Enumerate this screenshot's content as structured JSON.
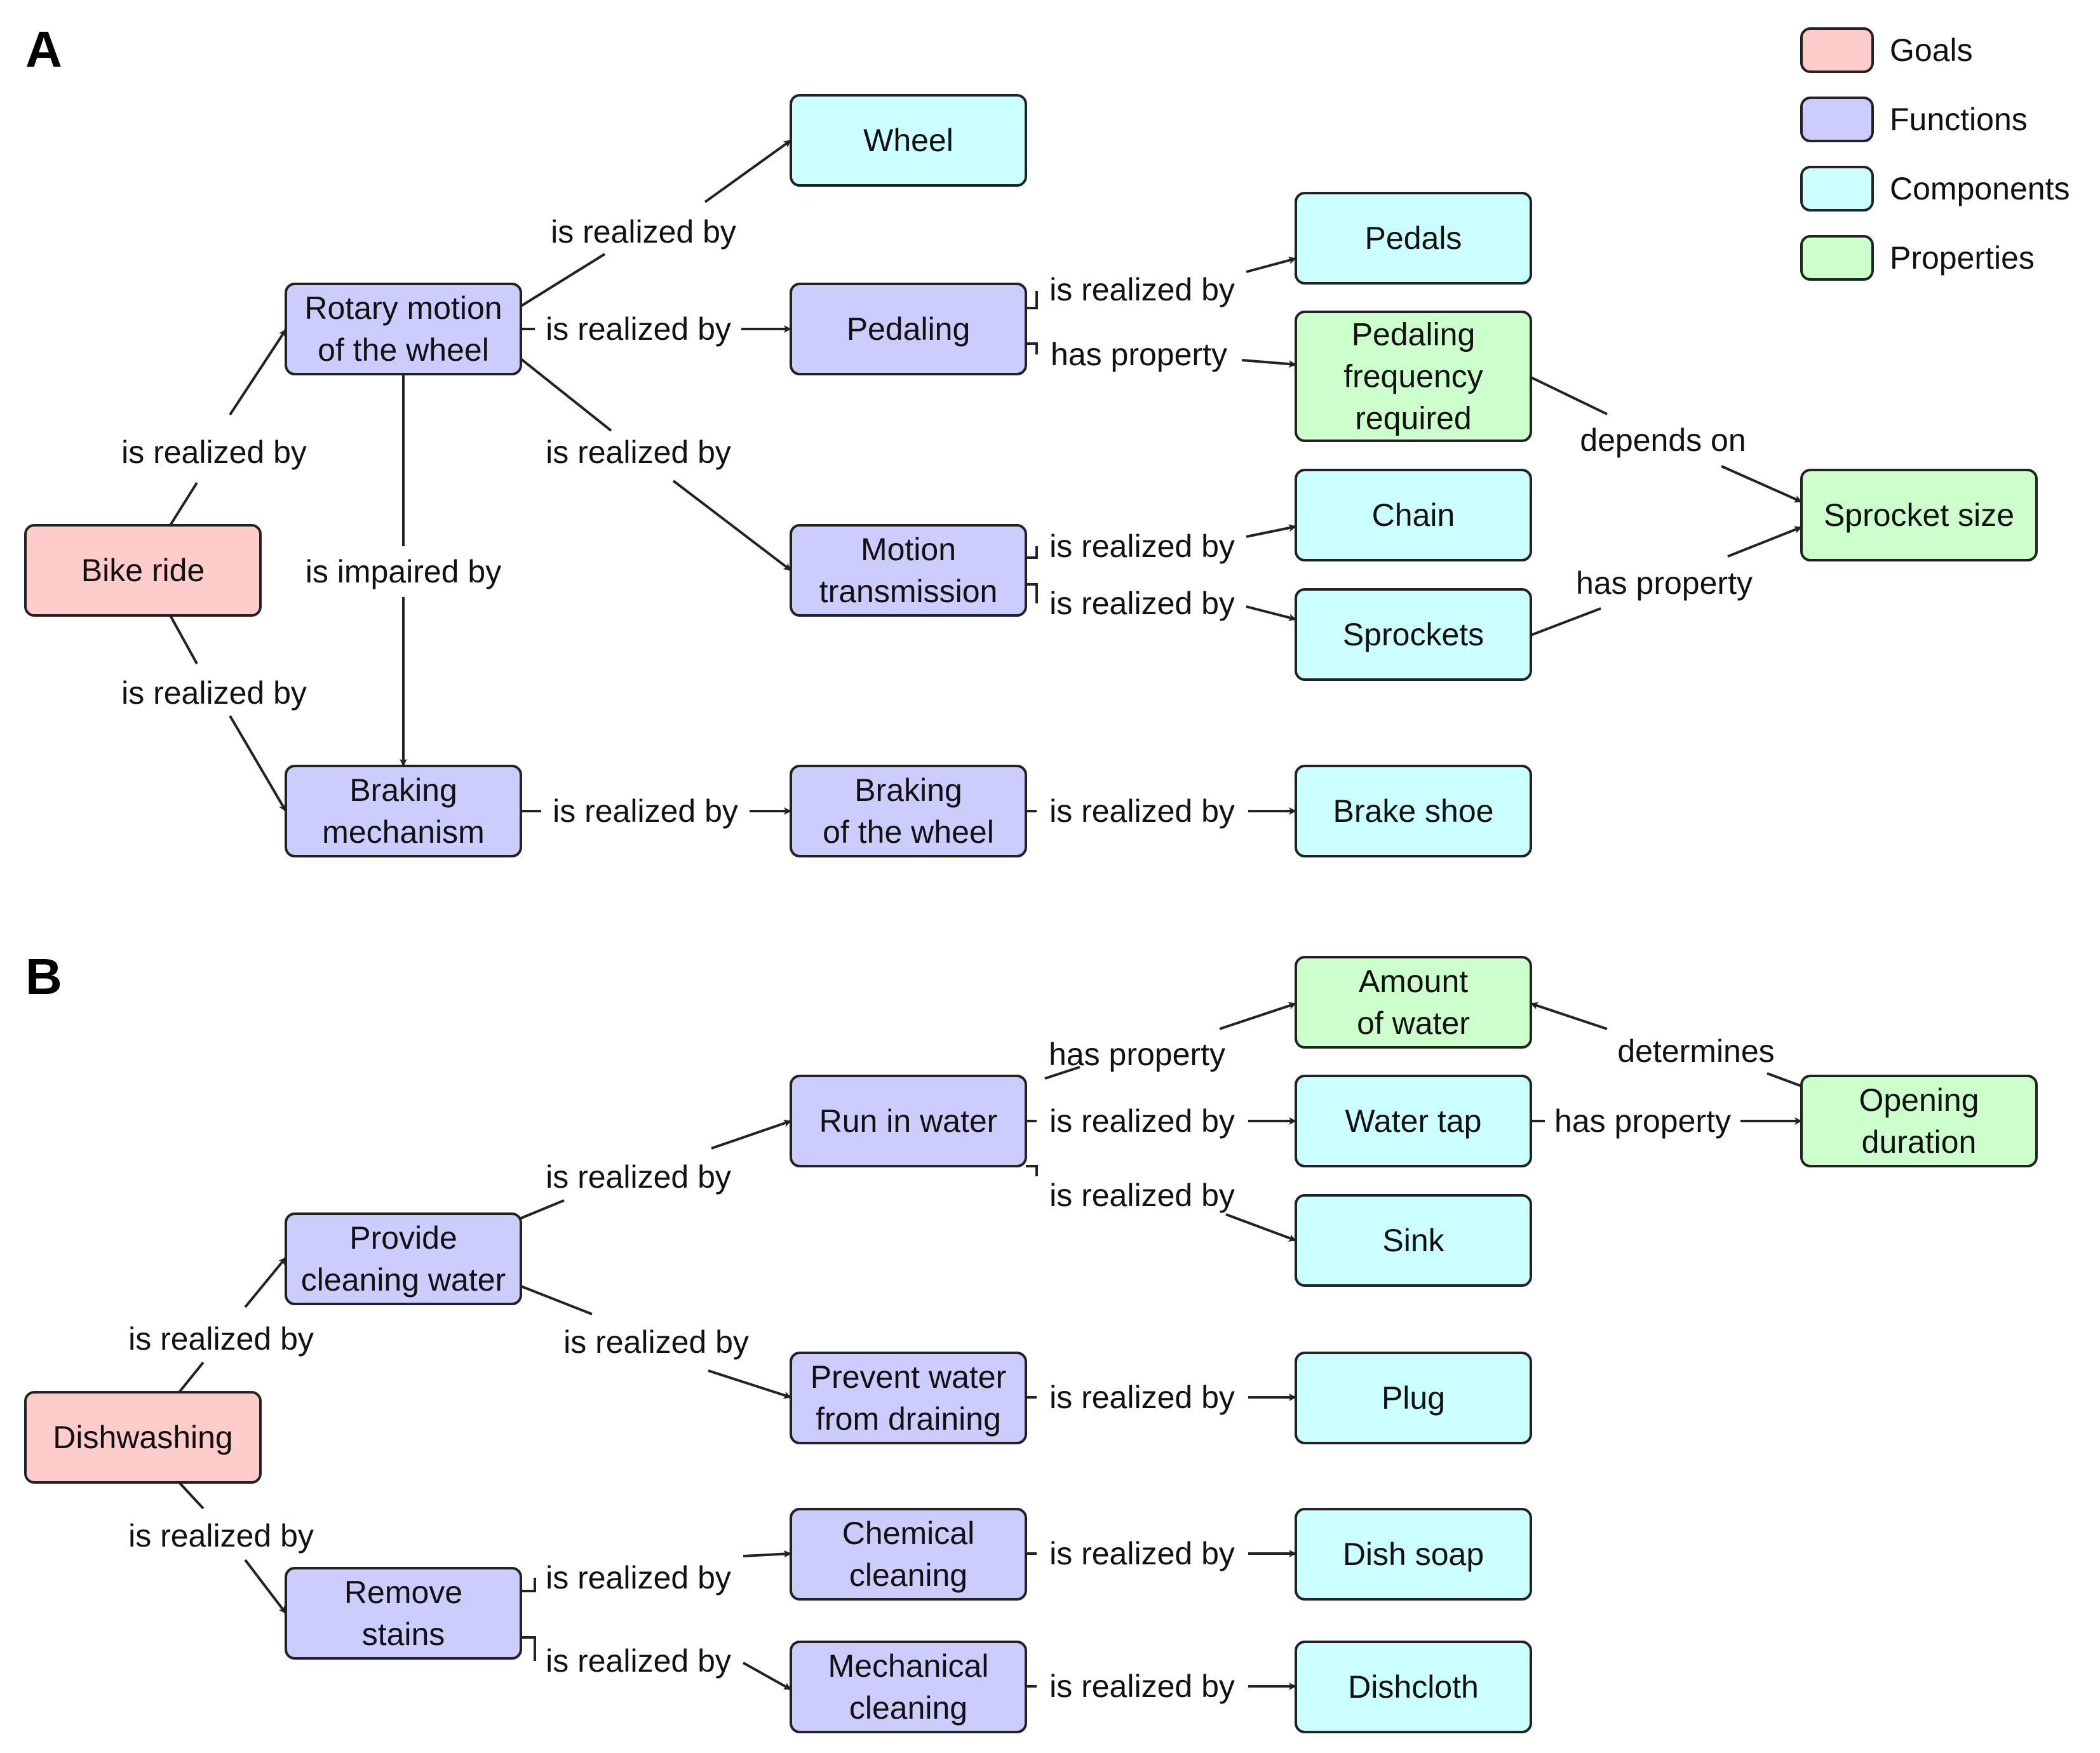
{
  "colors": {
    "goal": "#ffcccc",
    "function": "#ccccff",
    "component": "#ccffff",
    "property": "#ccffcc",
    "stroke": "#222222"
  },
  "legend": [
    {
      "type": "goal",
      "label": "Goals"
    },
    {
      "type": "function",
      "label": "Functions"
    },
    {
      "type": "component",
      "label": "Components"
    },
    {
      "type": "property",
      "label": "Properties"
    }
  ],
  "panels": [
    {
      "label": "A",
      "nodes": [
        {
          "id": "bike_ride",
          "type": "goal",
          "lines": [
            "Bike ride"
          ]
        },
        {
          "id": "rotary_motion",
          "type": "function",
          "lines": [
            "Rotary motion",
            "of the wheel"
          ]
        },
        {
          "id": "braking_mechanism",
          "type": "function",
          "lines": [
            "Braking",
            "mechanism"
          ]
        },
        {
          "id": "wheel",
          "type": "component",
          "lines": [
            "Wheel"
          ]
        },
        {
          "id": "pedaling",
          "type": "function",
          "lines": [
            "Pedaling"
          ]
        },
        {
          "id": "motion_transmission",
          "type": "function",
          "lines": [
            "Motion",
            "transmission"
          ]
        },
        {
          "id": "braking_wheel",
          "type": "function",
          "lines": [
            "Braking",
            "of the wheel"
          ]
        },
        {
          "id": "pedals",
          "type": "component",
          "lines": [
            "Pedals"
          ]
        },
        {
          "id": "pedaling_frequency",
          "type": "property",
          "lines": [
            "Pedaling",
            "frequency",
            "required"
          ]
        },
        {
          "id": "chain",
          "type": "component",
          "lines": [
            "Chain"
          ]
        },
        {
          "id": "sprockets",
          "type": "component",
          "lines": [
            "Sprockets"
          ]
        },
        {
          "id": "brake_shoe",
          "type": "component",
          "lines": [
            "Brake shoe"
          ]
        },
        {
          "id": "sprocket_size",
          "type": "property",
          "lines": [
            "Sprocket size"
          ]
        }
      ],
      "edges": [
        {
          "label": "is realized by",
          "from": "bike_ride",
          "to": "rotary_motion"
        },
        {
          "label": "is realized by",
          "from": "bike_ride",
          "to": "braking_mechanism"
        },
        {
          "label": "is realized by",
          "from": "rotary_motion",
          "to": "wheel"
        },
        {
          "label": "is realized by",
          "from": "rotary_motion",
          "to": "pedaling"
        },
        {
          "label": "is realized by",
          "from": "rotary_motion",
          "to": "motion_transmission"
        },
        {
          "label": "is impaired by",
          "from": "rotary_motion",
          "to": "braking_mechanism"
        },
        {
          "label": "is realized by",
          "from": "braking_mechanism",
          "to": "braking_wheel"
        },
        {
          "label": "is realized by",
          "from": "pedaling",
          "to": "pedals"
        },
        {
          "label": "has property",
          "from": "pedaling",
          "to": "pedaling_frequency"
        },
        {
          "label": "is realized by",
          "from": "motion_transmission",
          "to": "chain"
        },
        {
          "label": "is realized by",
          "from": "motion_transmission",
          "to": "sprockets"
        },
        {
          "label": "is realized by",
          "from": "braking_wheel",
          "to": "brake_shoe"
        },
        {
          "label": "depends on",
          "from": "pedaling_frequency",
          "to": "sprocket_size"
        },
        {
          "label": "has property",
          "from": "sprockets",
          "to": "sprocket_size"
        }
      ]
    },
    {
      "label": "B",
      "nodes": [
        {
          "id": "dishwashing",
          "type": "goal",
          "lines": [
            "Dishwashing"
          ]
        },
        {
          "id": "provide_water",
          "type": "function",
          "lines": [
            "Provide",
            "cleaning water"
          ]
        },
        {
          "id": "remove_stains",
          "type": "function",
          "lines": [
            "Remove",
            "stains"
          ]
        },
        {
          "id": "run_in_water",
          "type": "function",
          "lines": [
            "Run in water"
          ]
        },
        {
          "id": "prevent_draining",
          "type": "function",
          "lines": [
            "Prevent water",
            "from draining"
          ]
        },
        {
          "id": "chemical_cleaning",
          "type": "function",
          "lines": [
            "Chemical",
            "cleaning"
          ]
        },
        {
          "id": "mechanical_cleaning",
          "type": "function",
          "lines": [
            "Mechanical",
            "cleaning"
          ]
        },
        {
          "id": "amount_of_water",
          "type": "property",
          "lines": [
            "Amount",
            "of water"
          ]
        },
        {
          "id": "water_tap",
          "type": "component",
          "lines": [
            "Water tap"
          ]
        },
        {
          "id": "sink",
          "type": "component",
          "lines": [
            "Sink"
          ]
        },
        {
          "id": "plug",
          "type": "component",
          "lines": [
            "Plug"
          ]
        },
        {
          "id": "dish_soap",
          "type": "component",
          "lines": [
            "Dish soap"
          ]
        },
        {
          "id": "dishcloth",
          "type": "component",
          "lines": [
            "Dishcloth"
          ]
        },
        {
          "id": "opening_duration",
          "type": "property",
          "lines": [
            "Opening",
            "duration"
          ]
        }
      ],
      "edges": [
        {
          "label": "is realized by",
          "from": "dishwashing",
          "to": "provide_water"
        },
        {
          "label": "is realized by",
          "from": "dishwashing",
          "to": "remove_stains"
        },
        {
          "label": "is realized by",
          "from": "provide_water",
          "to": "run_in_water"
        },
        {
          "label": "is realized by",
          "from": "provide_water",
          "to": "prevent_draining"
        },
        {
          "label": "is realized by",
          "from": "remove_stains",
          "to": "chemical_cleaning"
        },
        {
          "label": "is realized by",
          "from": "remove_stains",
          "to": "mechanical_cleaning"
        },
        {
          "label": "has property",
          "from": "run_in_water",
          "to": "amount_of_water"
        },
        {
          "label": "is realized by",
          "from": "run_in_water",
          "to": "water_tap"
        },
        {
          "label": "is realized by",
          "from": "run_in_water",
          "to": "sink"
        },
        {
          "label": "is realized by",
          "from": "prevent_draining",
          "to": "plug"
        },
        {
          "label": "is realized by",
          "from": "chemical_cleaning",
          "to": "dish_soap"
        },
        {
          "label": "is realized by",
          "from": "mechanical_cleaning",
          "to": "dishcloth"
        },
        {
          "label": "has property",
          "from": "water_tap",
          "to": "opening_duration"
        },
        {
          "label": "determines",
          "from": "opening_duration",
          "to": "amount_of_water"
        }
      ]
    }
  ]
}
